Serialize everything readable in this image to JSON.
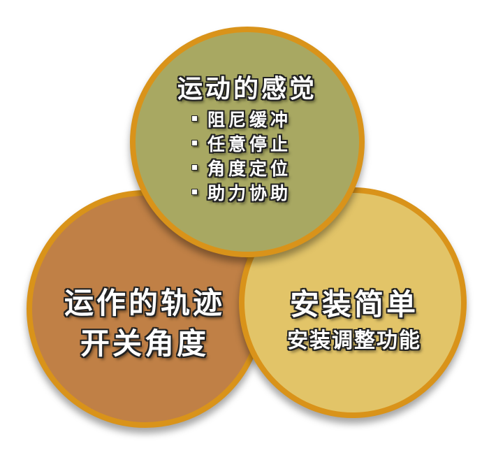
{
  "colors": {
    "border": "#d9931a",
    "top_fill": "#a8a862",
    "left_fill": "#c08046",
    "right_fill": "#e2c468",
    "text": "#ffffff",
    "text_outline": "#222222"
  },
  "top_circle": {
    "title": "运动的感觉",
    "items": [
      "阻尼缓冲",
      "任意停止",
      "角度定位",
      "助力协助"
    ]
  },
  "left_circle": {
    "line1": "运作的轨迹",
    "line2": "开关角度"
  },
  "right_circle": {
    "title": "安装简单",
    "subtitle": "安装调整功能"
  }
}
